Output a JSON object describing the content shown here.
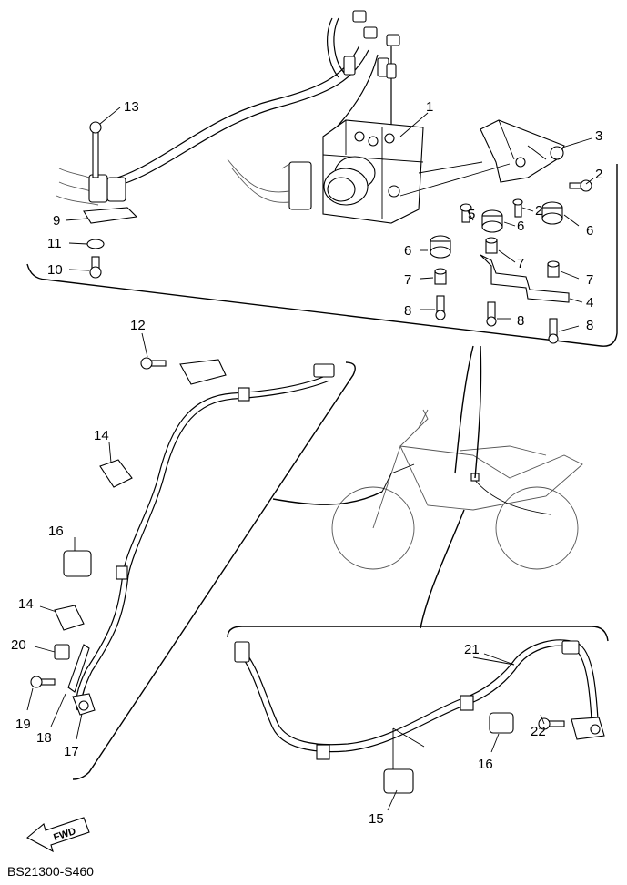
{
  "diagram_code": "BS21300-S460",
  "fwd_label": "FWD",
  "callouts": {
    "c1": "1",
    "c2a": "2",
    "c2b": "2",
    "c3": "3",
    "c4": "4",
    "c5": "5",
    "c6a": "6",
    "c6b": "6",
    "c6c": "6",
    "c7a": "7",
    "c7b": "7",
    "c7c": "7",
    "c8a": "8",
    "c8b": "8",
    "c8c": "8",
    "c9": "9",
    "c10": "10",
    "c11": "11",
    "c12": "12",
    "c13": "13",
    "c14a": "14",
    "c14b": "14",
    "c15": "15",
    "c16a": "16",
    "c16b": "16",
    "c17": "17",
    "c18": "18",
    "c19": "19",
    "c20": "20",
    "c21": "21",
    "c22": "22"
  }
}
